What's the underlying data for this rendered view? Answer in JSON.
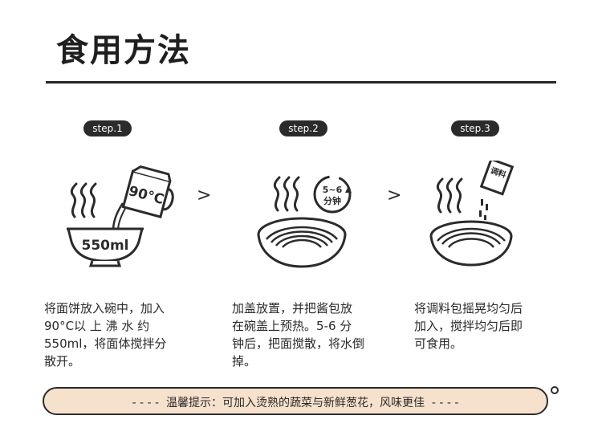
{
  "title": "食用方法",
  "steps": [
    {
      "label": "step.1",
      "icon_text": {
        "temp": "90°C",
        "bowl": "550ml"
      },
      "lines": [
        "将面饼放入碗中，加入",
        "90°C以 上 沸 水 约",
        "550ml，将面体搅拌分",
        "散开。"
      ]
    },
    {
      "label": "step.2",
      "icon_text": {
        "timer_top": "5~6",
        "timer_bottom": "分钟"
      },
      "lines": [
        "加盖放置，并把酱包放",
        "在碗盖上预热。5-6 分",
        "钟后，把面搅散，将水倒",
        "掉。"
      ]
    },
    {
      "label": "step.3",
      "icon_text": {
        "packet": "调料"
      },
      "lines": [
        "将调料包摇晃均匀后",
        "加入，搅拌均匀后即",
        "可食用。"
      ]
    }
  ],
  "arrows": [
    ">",
    ">"
  ],
  "tip": "- - - -  温馨提示：可加入烫熟的蔬菜与新鲜葱花，风味更佳  - - - -"
}
